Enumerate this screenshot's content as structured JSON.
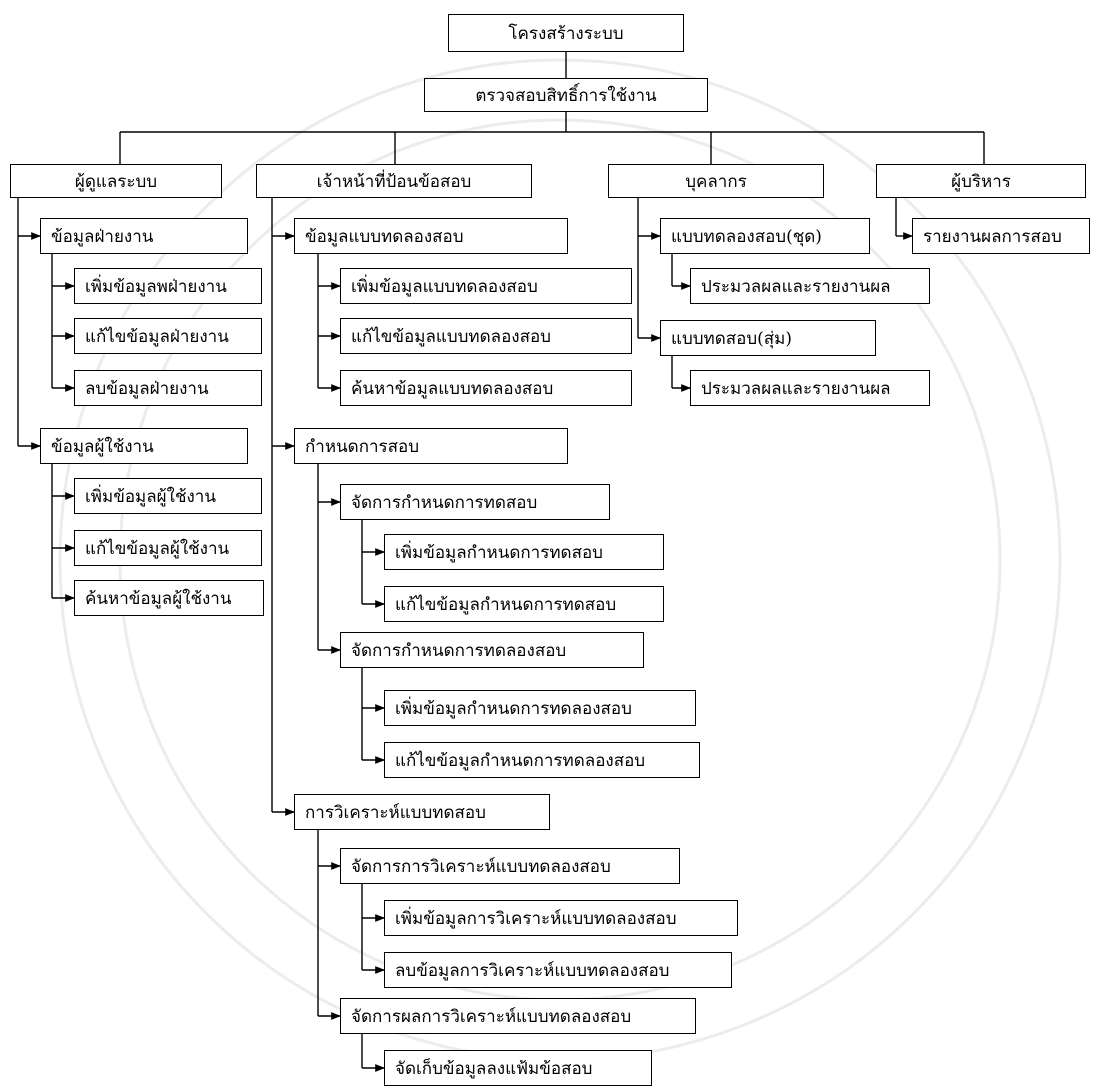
{
  "diagram": {
    "root": "โครงสร้างระบบ",
    "auth": "ตรวจสอบสิทธิ์การใช้งาน",
    "admin": {
      "title": "ผู้ดูแลระบบ",
      "department_data": "ข้อมูลฝ่ายงาน",
      "add_department": "เพิ่มข้อมูลพฝ่ายงาน",
      "edit_department": "แก้ไขข้อมูลฝ่ายงาน",
      "delete_department": "ลบข้อมูลฝ่ายงาน",
      "user_data": "ข้อมูลผู้ใช้งาน",
      "add_user": "เพิ่มข้อมูลผู้ใช้งาน",
      "edit_user": "แก้ไขข้อมูลผู้ใช้งาน",
      "search_user": "ค้นหาข้อมูลผู้ใช้งาน"
    },
    "officer": {
      "title": "เจ้าหน้าที่ป้อนข้อสอบ",
      "practice_test_data": "ข้อมูลแบบทดลองสอบ",
      "add_practice_test": "เพิ่มข้อมูลแบบทดลองสอบ",
      "edit_practice_test": "แก้ไขข้อมูลแบบทดลองสอบ",
      "search_practice_test": "ค้นหาข้อมูลแบบทดลองสอบ",
      "exam_schedule": "กำหนดการสอบ",
      "manage_test_schedule": "จัดการกำหนดการทดสอบ",
      "add_test_schedule": "เพิ่มข้อมูลกำหนดการทดสอบ",
      "edit_test_schedule": "แก้ไขข้อมูลกำหนดการทดสอบ",
      "manage_practice_schedule": "จัดการกำหนดการทดลองสอบ",
      "add_practice_schedule": "เพิ่มข้อมูลกำหนดการทดลองสอบ",
      "edit_practice_schedule": "แก้ไขข้อมูลกำหนดการทดลองสอบ",
      "test_analysis": "การวิเคราะห์แบบทดสอบ",
      "manage_analysis": "จัดการการวิเคราะห์แบบทดลองสอบ",
      "add_analysis": "เพิ่มข้อมูลการวิเคราะห์แบบทดลองสอบ",
      "delete_analysis": "ลบข้อมูลการวิเคราะห์แบบทดลองสอบ",
      "manage_analysis_results": "จัดการผลการวิเคราะห์แบบทดลองสอบ",
      "store_in_bank": "จัดเก็บข้อมูลลงแฟ้มข้อสอบ"
    },
    "personnel": {
      "title": "บุคลากร",
      "practice_set": "แบบทดลองสอบ(ชุด)",
      "process_report_1": "ประมวลผลและรายงานผล",
      "random_test": "แบบทดสอบ(สุ่ม)",
      "process_report_2": "ประมวลผลและรายงานผล"
    },
    "executive": {
      "title": "ผู้บริหาร",
      "exam_report": "รายงานผลการสอบ"
    }
  }
}
